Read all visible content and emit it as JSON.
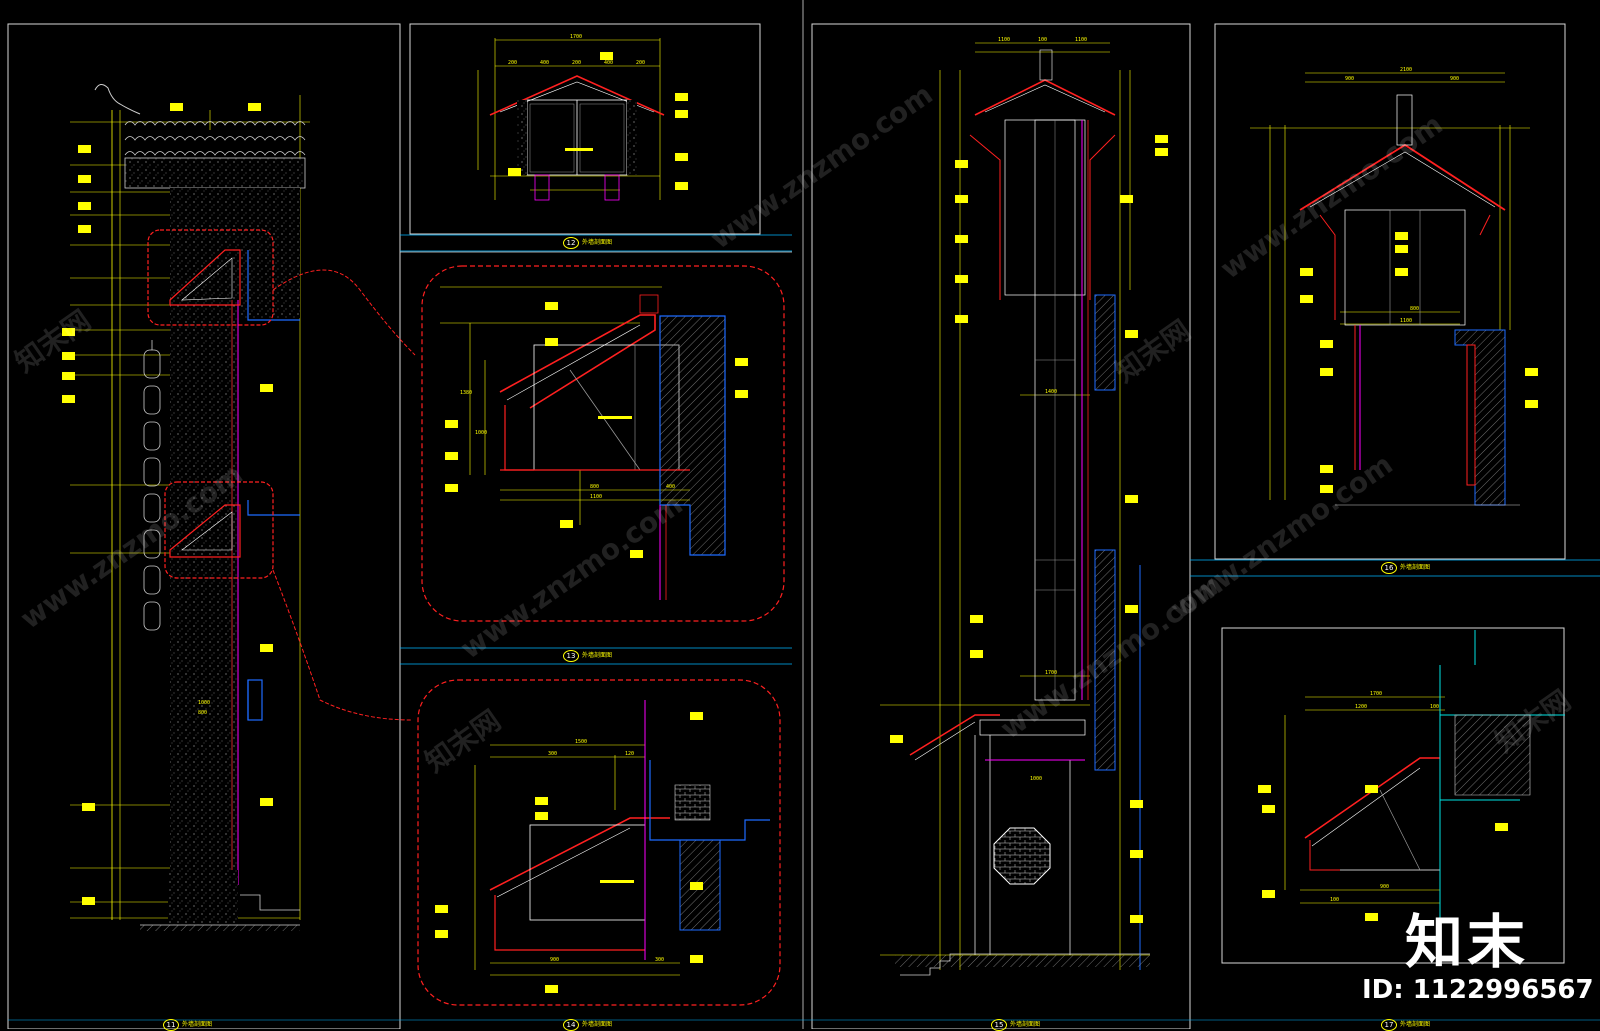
{
  "drawing": {
    "panels": [
      {
        "id": "panel-11",
        "number": "11",
        "title": "外墙剖面图"
      },
      {
        "id": "panel-12",
        "number": "12",
        "title": "外墙剖面图"
      },
      {
        "id": "panel-13",
        "number": "13",
        "title": "外墙剖面图"
      },
      {
        "id": "panel-14",
        "number": "14",
        "title": "外墙剖面图"
      },
      {
        "id": "panel-15",
        "number": "15",
        "title": "外墙剖面图"
      },
      {
        "id": "panel-16",
        "number": "16",
        "title": "外墙剖面图"
      },
      {
        "id": "panel-17",
        "number": "17",
        "title": "外墙剖面图"
      }
    ],
    "dimensions": {
      "p12_top": "1700",
      "p12_sub": [
        "200",
        "400",
        "200",
        "400",
        "200"
      ],
      "p13_bottom": [
        "800",
        "1100",
        "400"
      ],
      "p13_side": [
        "1380",
        "1000"
      ],
      "p14_top": [
        "1500",
        "300",
        "120"
      ],
      "p14_bottom": [
        "900",
        "300"
      ],
      "p15_top": [
        "1100",
        "100",
        "1100"
      ],
      "p15_mid": [
        "1400",
        "1700",
        "1000"
      ],
      "p16_top": [
        "2100",
        "900",
        "900"
      ],
      "p16_mid": [
        "800",
        "1100"
      ],
      "p17_top": [
        "1700",
        "1200",
        "100"
      ],
      "p17_bottom": [
        "900",
        "100"
      ],
      "p11_mid": [
        "1000",
        "800"
      ]
    },
    "colors": {
      "yellow": "#ffff00",
      "red": "#ff2020",
      "blue": "#1e6bff",
      "cyan": "#00e5e5",
      "magenta": "#ff00ff",
      "white": "#ffffff",
      "gray": "#9a9a9a",
      "frame": "#d8d8d8"
    }
  },
  "watermark": {
    "site": "www.znzmo.com",
    "brand": "知末网"
  },
  "logo": {
    "text": "知末",
    "id_label": "ID: 1122996567"
  }
}
